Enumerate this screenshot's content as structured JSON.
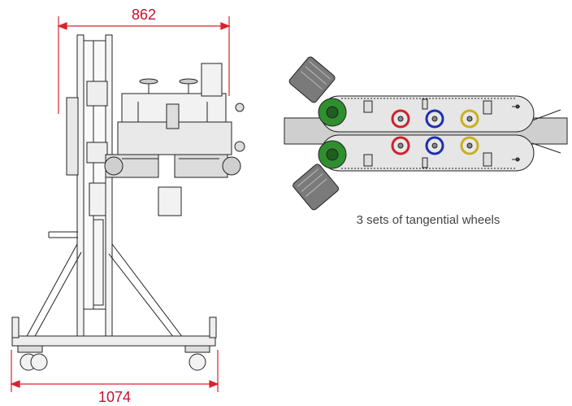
{
  "dimensions": {
    "top_width": "862",
    "base_width": "1074"
  },
  "top_view": {
    "caption": "3 sets of tangential wheels",
    "wheel_colors": [
      "#d0202a",
      "#1c2fb0",
      "#c8b020"
    ]
  },
  "colors": {
    "dimension": "#d9232e",
    "motor": "#2f8f2f",
    "line": "#222222",
    "conveyor": "#cfcfcf",
    "frame": "#e6e6e6"
  }
}
